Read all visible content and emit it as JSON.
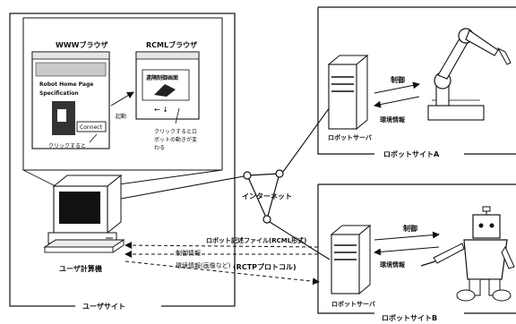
{
  "user_site": {
    "label": "ユーザサイト",
    "computer_label": "ユーザ計算機"
  },
  "www_browser": {
    "title": "WWWブラウザ",
    "page_line1": "Robot Home Page",
    "page_line2": "Specification",
    "connect_button": "Connect",
    "caption": "クリックすると"
  },
  "rcml_browser": {
    "title": "RCMLブラウザ",
    "screen_title": "遠隔制御画面",
    "start_label": "起動",
    "caption_line1": "クリックするとロ",
    "caption_line2": "ボットの動きが変",
    "caption_line3": "わる"
  },
  "internet_label": "インターネット",
  "messages": {
    "robot_description": "ロボット記述ファイル(RCML形式)",
    "control_info": "制御情報",
    "environment_info": "環境情報(画像など)",
    "protocol": "(RCTPプロトコル)"
  },
  "site_a": {
    "label": "ロボットサイトA",
    "server_label": "ロボットサーバ",
    "control": "制御",
    "environment": "環境情報"
  },
  "site_b": {
    "label": "ロボットサイトB",
    "server_label": "ロボットサーバ",
    "control": "制御",
    "environment": "環境情報"
  }
}
